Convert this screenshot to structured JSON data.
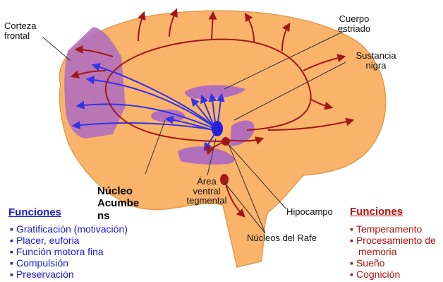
{
  "labels": {
    "corteza_frontal": [
      "Corteza",
      "frontal"
    ],
    "cuerpo_estriado": [
      "Cuerpo",
      "estriado"
    ],
    "sustancia_nigra": [
      "Sustancia",
      "nigra"
    ],
    "nucleo_accumbens": [
      "Núcleo",
      "Acumbe",
      "ns"
    ],
    "area_ventral_tegmental": [
      "Área",
      "ventral",
      "tegmental"
    ],
    "hipocampo": "Hipocampo",
    "nucleos_rafe": "Núcleos del Rafe"
  },
  "functions_left": {
    "heading": "Funciones",
    "items": [
      "Gratificación (motivación)",
      "Placer, euforia",
      "Función motora fina",
      "Compulsión",
      "Preservación"
    ]
  },
  "functions_right": {
    "heading": "Funciones",
    "items": [
      "Temperamento",
      "Procesamiento de memoria",
      "Sueño",
      "Cognición"
    ]
  },
  "colors": {
    "brain": "#f9b36a",
    "purple_region": "#b36fbc",
    "dopamine_pathway": "#3333e6",
    "serotonin_pathway": "#a01818",
    "left_heading": "#1a1ad6",
    "right_heading": "#b01010"
  }
}
